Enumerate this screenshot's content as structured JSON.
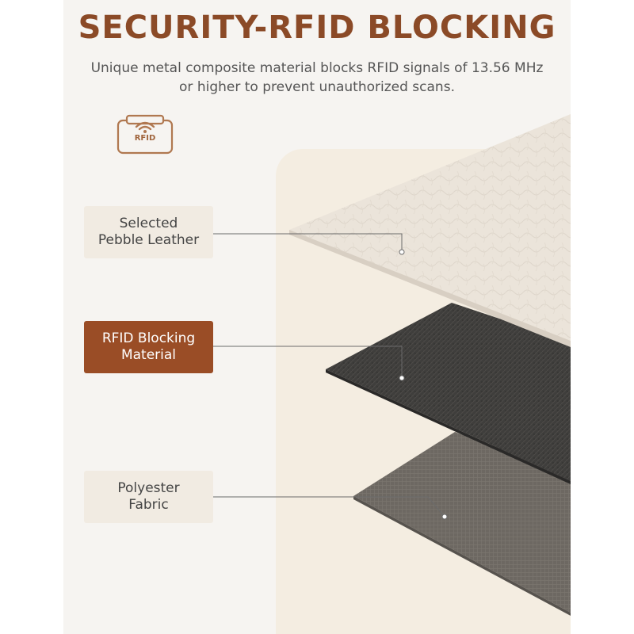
{
  "header": {
    "title": "SECURITY-RFID BLOCKING",
    "subtitle": "Unique metal composite material blocks RFID signals of 13.56 MHz or higher to prevent unauthorized scans."
  },
  "badge": {
    "text": "RFID",
    "icon": "rfid-wifi-icon"
  },
  "layers": [
    {
      "label": "Selected\nPebble Leather",
      "style": "light"
    },
    {
      "label": "RFID Blocking\nMaterial",
      "style": "dark"
    },
    {
      "label": "Polyester\nFabric",
      "style": "light"
    }
  ],
  "colors": {
    "accent": "#9a4d26",
    "title": "#8b4a27",
    "leather": "#e9e2d8",
    "rfid_layer": "#3e3d3b",
    "fabric": "#6c6761"
  }
}
